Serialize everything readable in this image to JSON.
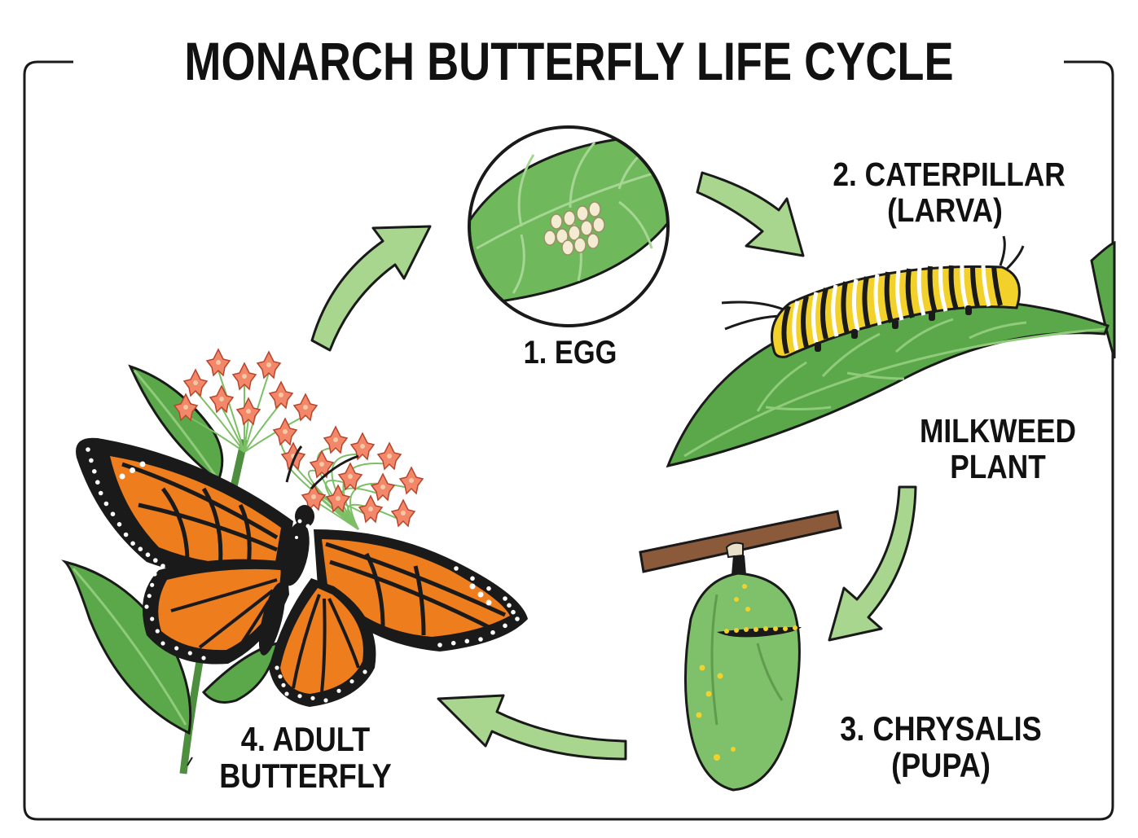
{
  "title": "MONARCH BUTTERFLY LIFE CYCLE",
  "stages": {
    "egg": {
      "label": "1. EGG"
    },
    "caterpillar": {
      "line1": "2. CATERPILLAR",
      "line2": "(LARVA)"
    },
    "plant": {
      "line1": "MILKWEED",
      "line2": "PLANT"
    },
    "chrysalis": {
      "line1": "3. CHRYSALIS",
      "line2": "(PUPA)"
    },
    "adult": {
      "line1": "4. ADULT",
      "line2": "BUTTERFLY"
    }
  },
  "colors": {
    "leaf": "#5aa84a",
    "leaf_dark": "#3f7f35",
    "arrow": "#a8d68f",
    "orange": "#ee7d1e",
    "flower": "#f2876a",
    "chrysalis": "#7fc06a",
    "gold": "#e0b82a",
    "caterpillar_yellow": "#f2d22a",
    "outline": "#1a1a1a"
  }
}
